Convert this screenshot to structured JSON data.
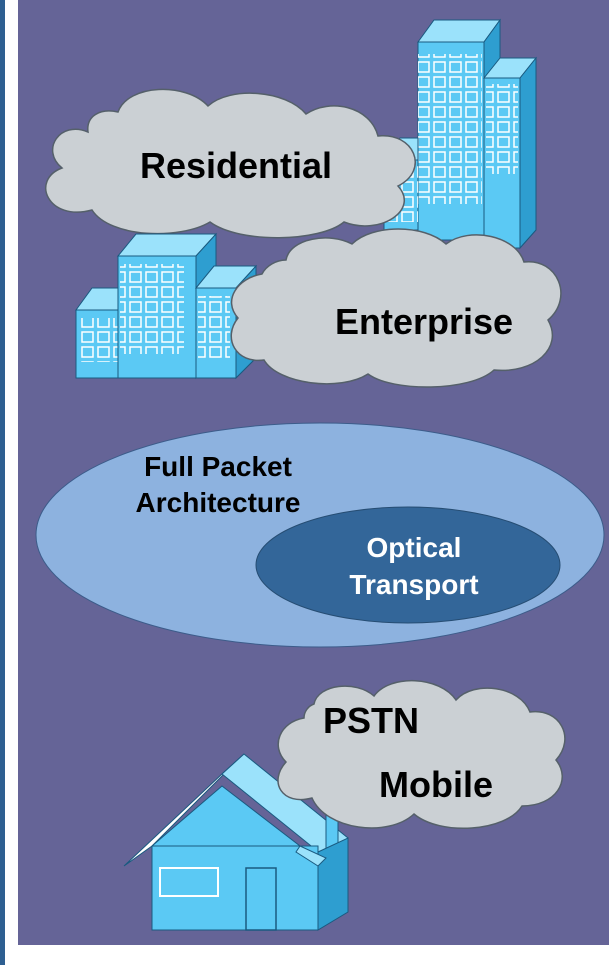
{
  "labels": {
    "residential": "Residential",
    "enterprise": "Enterprise",
    "full_packet_line1": "Full Packet",
    "full_packet_line2": "Architecture",
    "optical_line1": "Optical",
    "optical_line2": "Transport",
    "pstn": "PSTN",
    "mobile": "Mobile"
  },
  "colors": {
    "background": "#656497",
    "strip": "#2e5f91",
    "cloud": "#cbd0d4",
    "building": "#5bc9f4",
    "large_ellipse": "#8db2df",
    "small_ellipse": "#336699"
  }
}
